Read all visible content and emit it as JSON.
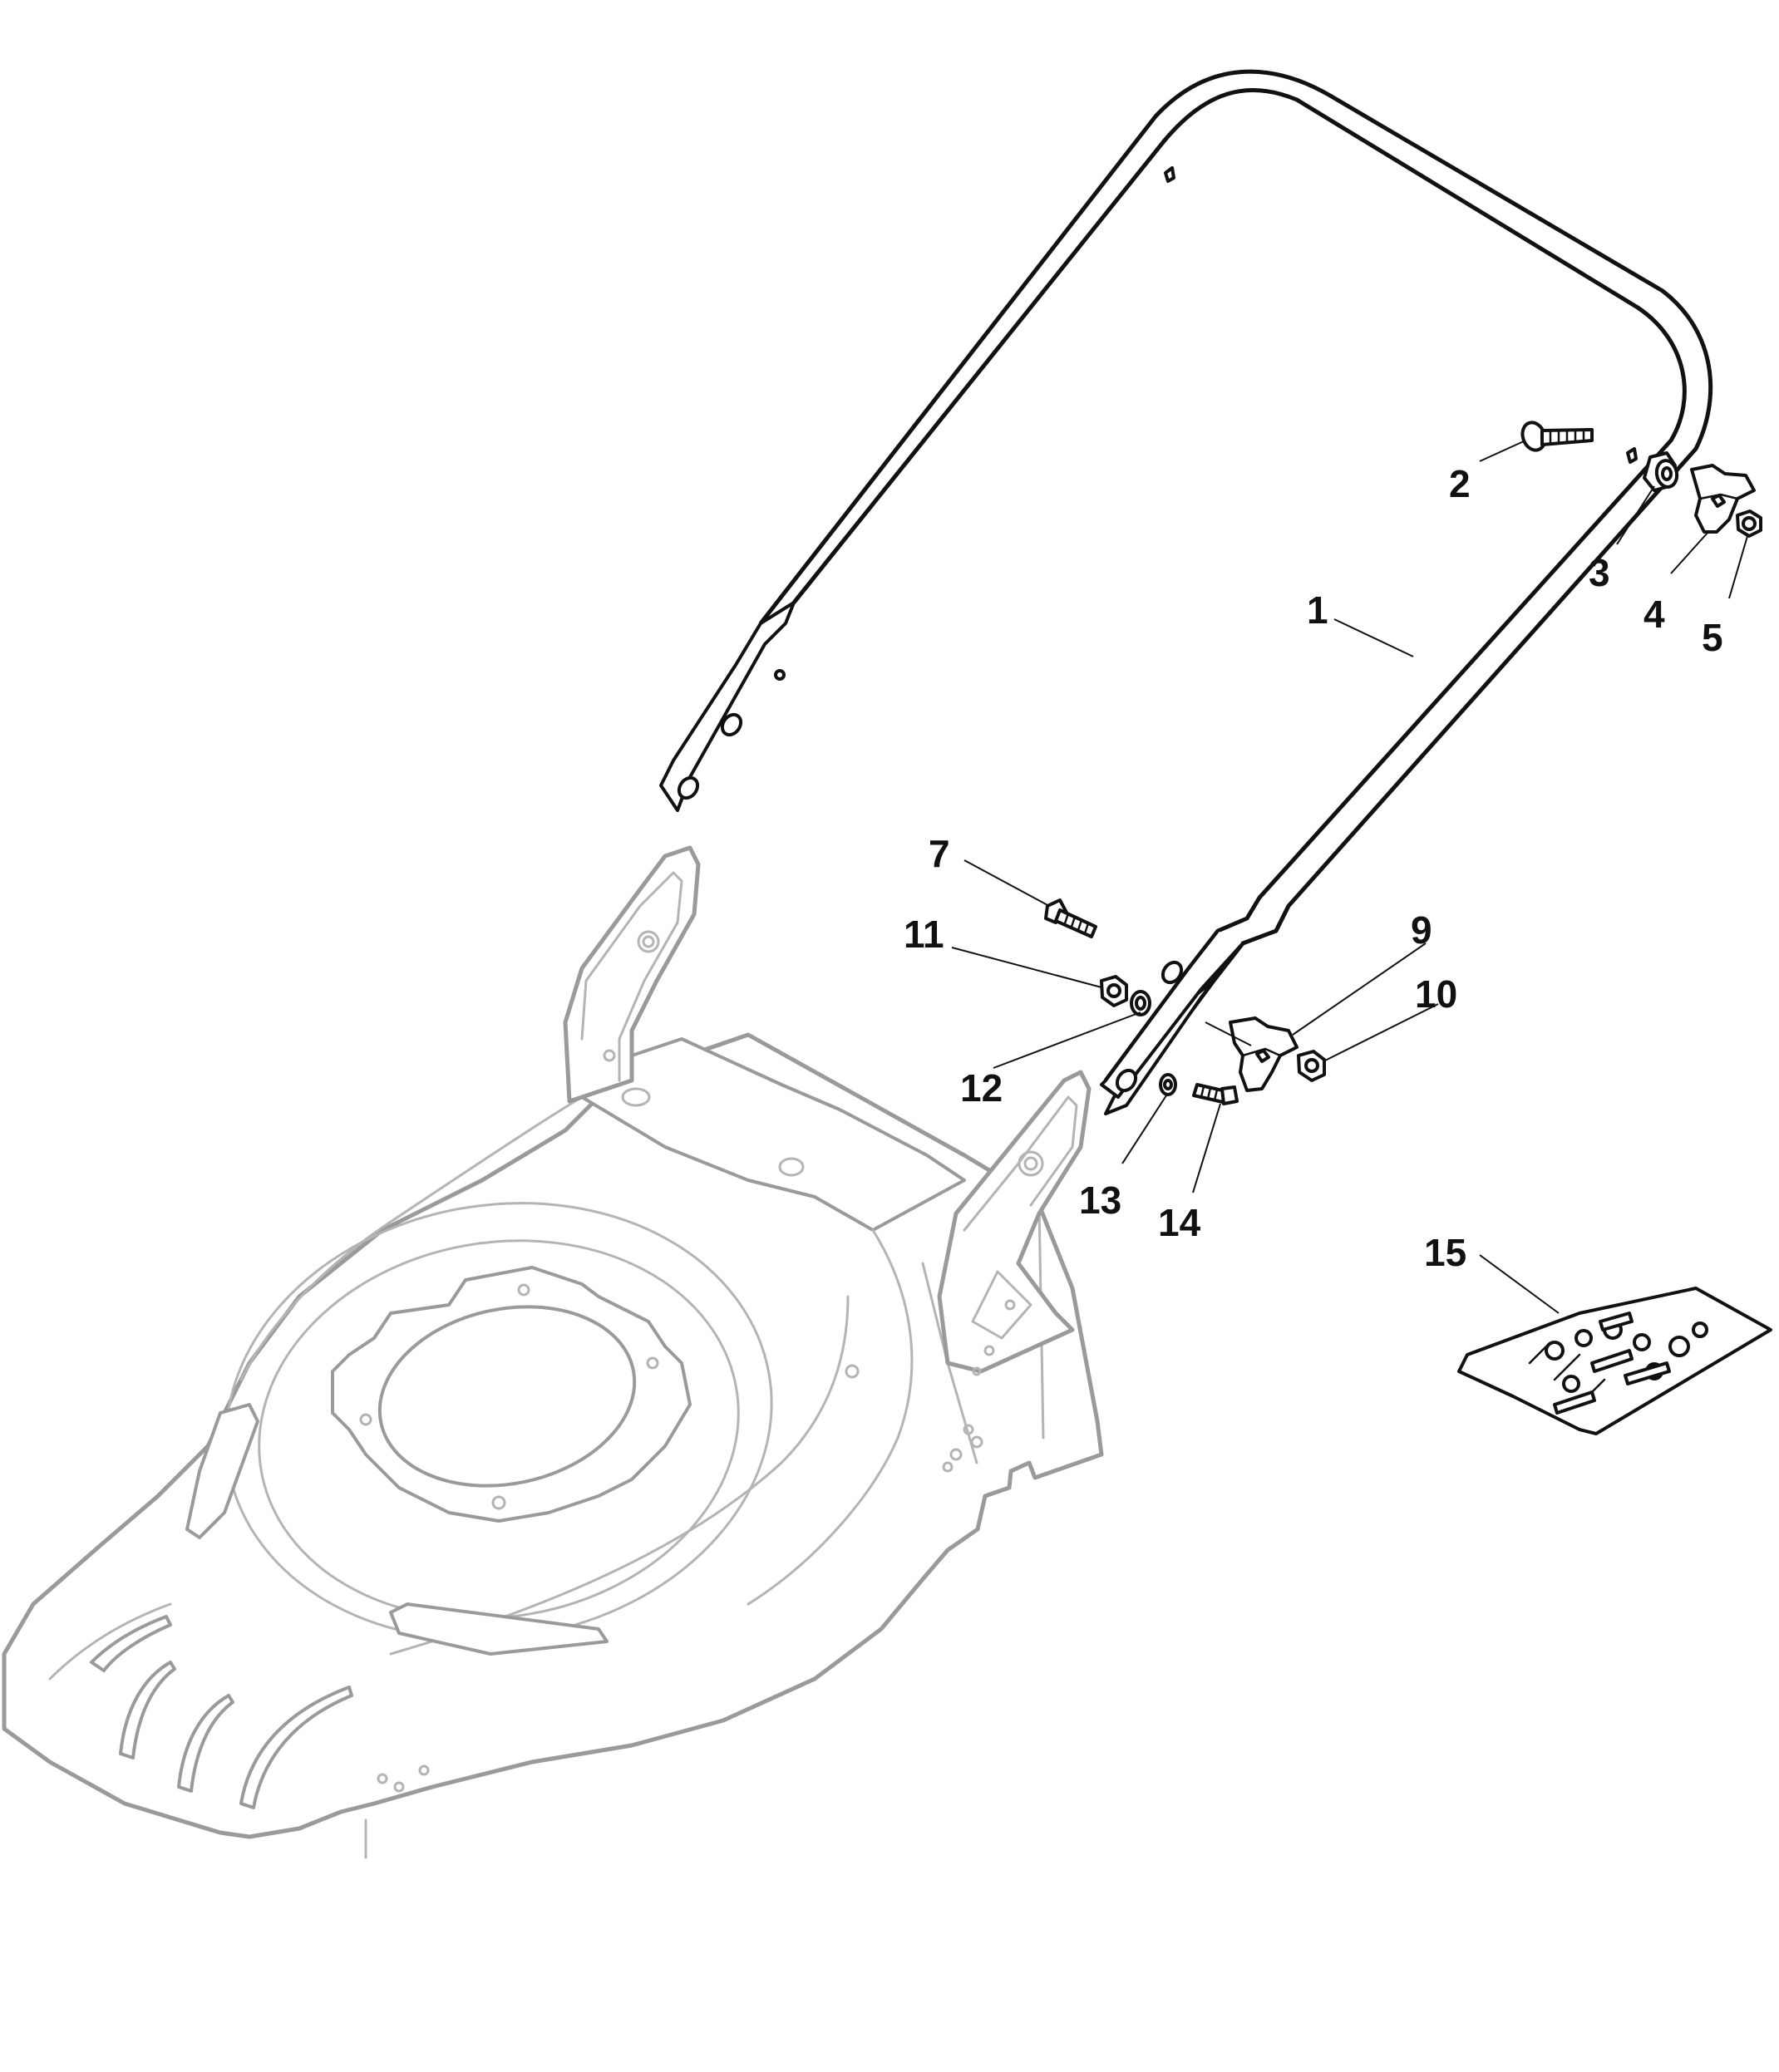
{
  "callouts": [
    {
      "id": "1",
      "label": "1"
    },
    {
      "id": "2",
      "label": "2"
    },
    {
      "id": "3",
      "label": "3"
    },
    {
      "id": "4",
      "label": "4"
    },
    {
      "id": "5",
      "label": "5"
    },
    {
      "id": "7",
      "label": "7"
    },
    {
      "id": "9",
      "label": "9"
    },
    {
      "id": "10",
      "label": "10"
    },
    {
      "id": "11",
      "label": "11"
    },
    {
      "id": "12",
      "label": "12"
    },
    {
      "id": "13",
      "label": "13"
    },
    {
      "id": "14",
      "label": "14"
    },
    {
      "id": "15",
      "label": "15"
    }
  ],
  "colors": {
    "parts": "#111111",
    "deck": "#9a9a9a",
    "background": "#ffffff"
  }
}
